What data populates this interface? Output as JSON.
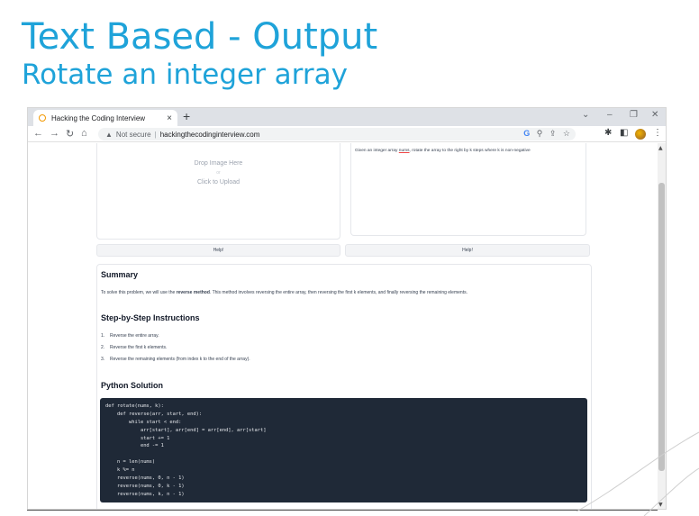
{
  "slide": {
    "title": "Text Based - Output",
    "subtitle": "Rotate an integer array"
  },
  "browser": {
    "tab_title": "Hacking the Coding Interview",
    "tab_close": "×",
    "new_tab": "+",
    "window_controls": [
      "⌄",
      "–",
      "❐",
      "✕"
    ],
    "not_secure": "Not secure",
    "separator": "|",
    "url": "hackingthecodinginterview.com"
  },
  "upload": {
    "drop_text": "Drop Image Here",
    "or_text": "or",
    "click_text": "Click to Upload"
  },
  "prompt": {
    "text_before": "Given an integer array ",
    "underlined": "nums",
    "text_after": ", rotate the array to the right by k steps where k is non-negative"
  },
  "help_buttons": [
    "Help!",
    "Help!"
  ],
  "summary": {
    "heading": "Summary",
    "text_before": "To solve this problem, we will use the ",
    "bold": "reverse method",
    "text_after": ". This method involves reversing the entire array, then reversing the first k elements, and finally reversing the remaining elements."
  },
  "steps": {
    "heading": "Step-by-Step Instructions",
    "items": [
      {
        "num": "1.",
        "text": "Reverse the entire array."
      },
      {
        "num": "2.",
        "text": "Reverse the first k elements."
      },
      {
        "num": "3.",
        "text": "Reverse the remaining elements (from index k to the end of the array)."
      }
    ]
  },
  "solution": {
    "heading": "Python Solution",
    "code": [
      "def rotate(nums, k):",
      "    def reverse(arr, start, end):",
      "        while start < end:",
      "            arr[start], arr[end] = arr[end], arr[start]",
      "            start += 1",
      "            end -= 1",
      "",
      "    n = len(nums)",
      "    k %= n",
      "    reverse(nums, 0, n - 1)",
      "    reverse(nums, 0, k - 1)",
      "    reverse(nums, k, n - 1)"
    ]
  }
}
